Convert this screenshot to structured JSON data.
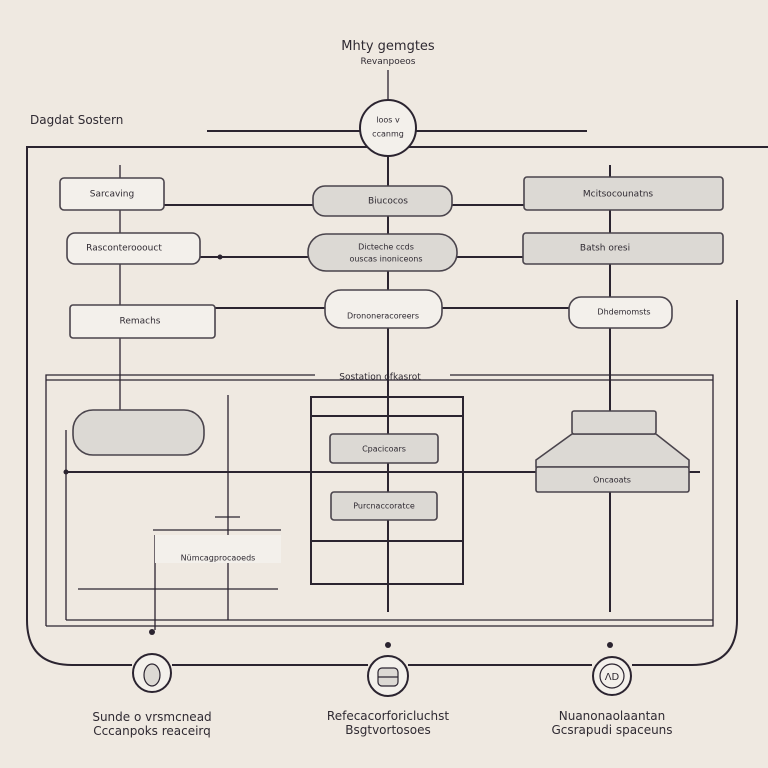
{
  "header": {
    "title": "Mhty gemgtes",
    "subtitle": "Revanpoeos"
  },
  "system_label": "Dagdat Sostern",
  "hub": {
    "line1": "loos v",
    "line2": "ccanmg"
  },
  "top_nodes": {
    "left": [
      "Sarcaving",
      "Rasconterooouct",
      "Remachs"
    ],
    "center": [
      "Biucocos",
      "Dicteche ccds",
      "ouscas inoniceons",
      "Drononeracoreers"
    ],
    "right": [
      "Mcitsocounatns",
      "Batsh oresi",
      "Dhdemomsts"
    ]
  },
  "inner_section": {
    "title": "Sostation ofkasrot",
    "center_boxes": [
      "Cpacicoars",
      "Purcnaccoratce"
    ],
    "right_box": "Oncaoats",
    "left_box": "Nümcagprocaoeds"
  },
  "outputs": [
    {
      "icon": "egg-icon",
      "line1": "Sunde o vrsmcnead",
      "line2": "Cccanpoks reaceirq"
    },
    {
      "icon": "database-icon",
      "line1": "Refecacorforicluchst",
      "line2": "Bsgtvortosoes"
    },
    {
      "icon": "ad-badge-icon",
      "line1": "Nuanonaolaantan",
      "line2": "Gcsrapudi spaceuns"
    }
  ]
}
